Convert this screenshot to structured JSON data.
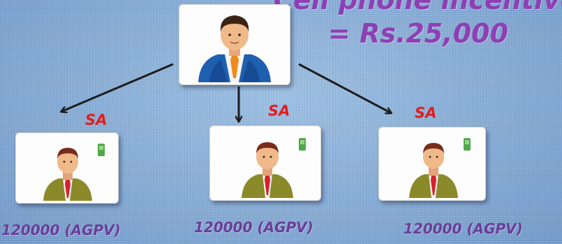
{
  "heading": {
    "line1": "Cell phone incentive",
    "line2": "= Rs.25,000"
  },
  "agents": [
    {
      "role": "SA",
      "amount": "120000 (AGPV)"
    },
    {
      "role": "SA",
      "amount": "120000 (AGPV)"
    },
    {
      "role": "SA",
      "amount": "120000 (AGPV)"
    }
  ],
  "colors": {
    "background": "#86aed8",
    "heading": "#8e3fb4",
    "role_label": "#e21d1d",
    "amount_label": "#6b3d99",
    "arrow": "#1c1c1c"
  },
  "icons": {
    "manager": "businessman-blue-suit-icon",
    "agent": "person-olive-suit-with-phone-icon"
  }
}
